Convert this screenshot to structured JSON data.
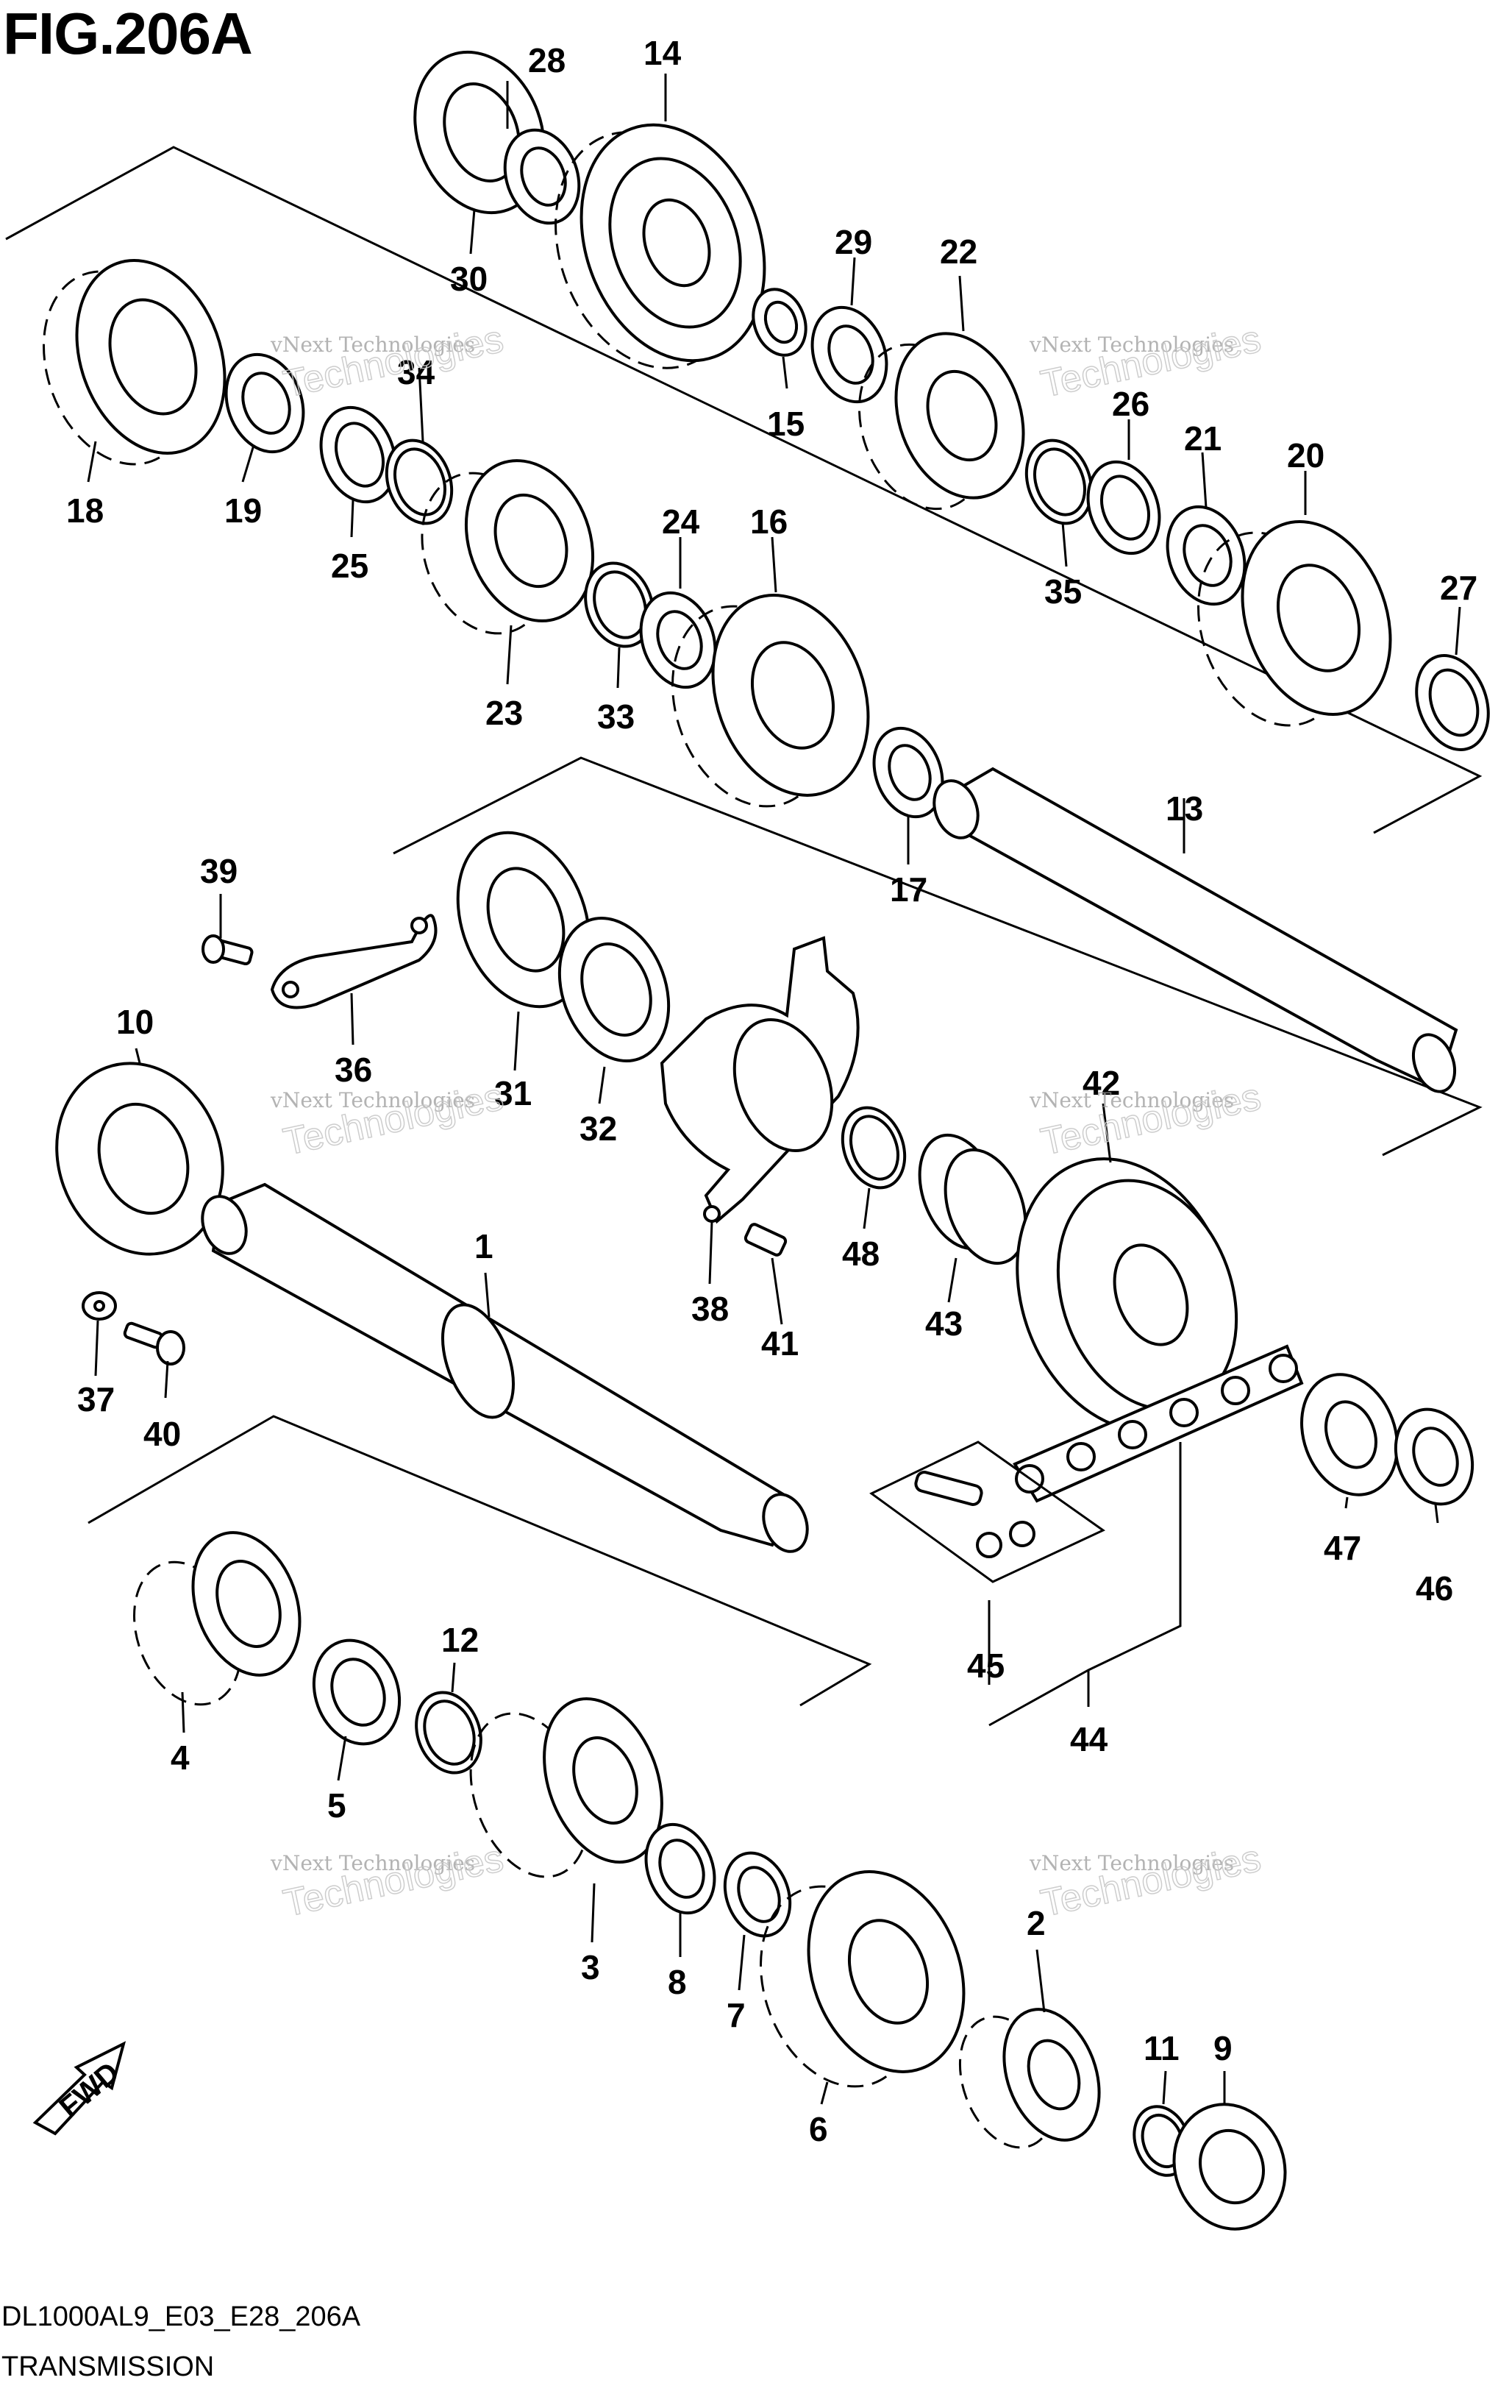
{
  "figure": {
    "title": "FIG.206A",
    "model_code": "DL1000AL9_E03_E28_206A",
    "section_name": "TRANSMISSION"
  },
  "watermark": {
    "line1": "vNext Technologies",
    "line2": "Technologies"
  },
  "fwd_arrow": {
    "label": "FWD"
  },
  "callouts": {
    "p1": "1",
    "p2": "2",
    "p3": "3",
    "p4": "4",
    "p5": "5",
    "p6": "6",
    "p7": "7",
    "p8": "8",
    "p9": "9",
    "p10": "10",
    "p11": "11",
    "p12": "12",
    "p13": "13",
    "p14": "14",
    "p15": "15",
    "p16": "16",
    "p17": "17",
    "p18": "18",
    "p19": "19",
    "p20": "20",
    "p21": "21",
    "p22": "22",
    "p23": "23",
    "p24": "24",
    "p25": "25",
    "p26": "26",
    "p27": "27",
    "p28": "28",
    "p29": "29",
    "p30": "30",
    "p31": "31",
    "p32": "32",
    "p33": "33",
    "p34": "34",
    "p35": "35",
    "p36": "36",
    "p37": "37",
    "p38": "38",
    "p39": "39",
    "p40": "40",
    "p41": "41",
    "p42": "42",
    "p43": "43",
    "p44": "44",
    "p45": "45",
    "p46": "46",
    "p47": "47",
    "p48": "48"
  }
}
